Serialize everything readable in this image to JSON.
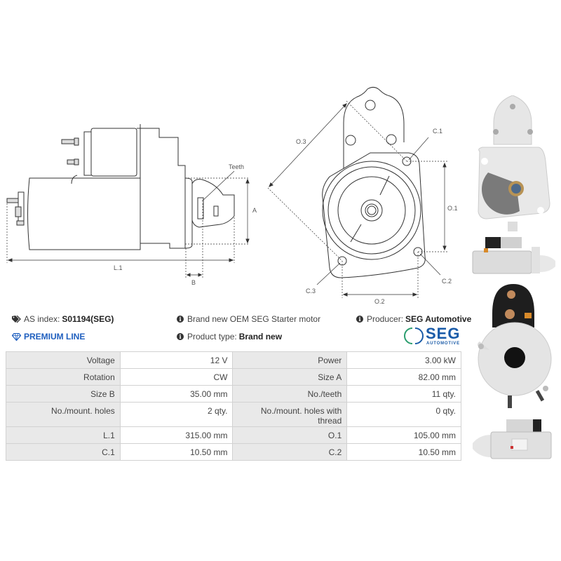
{
  "diagram": {
    "side_labels": {
      "teeth": "Teeth",
      "a": "A",
      "b": "B",
      "l1": "L.1"
    },
    "front_labels": {
      "c1": "C.1",
      "c2": "C.2",
      "c3": "C.3",
      "o1": "O.1",
      "o2": "O.2",
      "o3": "O.3"
    }
  },
  "info": {
    "as_index_label": "AS index:",
    "as_index_value": "S01194(SEG)",
    "premium_line": "PREMIUM LINE",
    "description": "Brand new OEM SEG Starter motor",
    "product_type_label": "Product type:",
    "product_type_value": "Brand new",
    "producer_label": "Producer:",
    "producer_value": "SEG Automotive",
    "logo_text": "SEG",
    "logo_subtext": "AUTOMOTIVE"
  },
  "colors": {
    "premium_blue": "#1f5fbf",
    "seg_green": "#2a9d6e",
    "seg_blue": "#1a5ba8",
    "label_bg": "#e9e9e9",
    "border": "#d2d2d2"
  },
  "specs": [
    {
      "label1": "Voltage",
      "value1": "12 V",
      "label2": "Power",
      "value2": "3.00 kW"
    },
    {
      "label1": "Rotation",
      "value1": "CW",
      "label2": "Size A",
      "value2": "82.00 mm"
    },
    {
      "label1": "Size B",
      "value1": "35.00 mm",
      "label2": "No./teeth",
      "value2": "11 qty."
    },
    {
      "label1": "No./mount. holes",
      "value1": "2 qty.",
      "label2": "No./mount. holes with thread",
      "value2": "0 qty."
    },
    {
      "label1": "L.1",
      "value1": "315.00 mm",
      "label2": "O.1",
      "value2": "105.00 mm"
    },
    {
      "label1": "C.1",
      "value1": "10.50 mm",
      "label2": "C.2",
      "value2": "10.50 mm"
    }
  ]
}
